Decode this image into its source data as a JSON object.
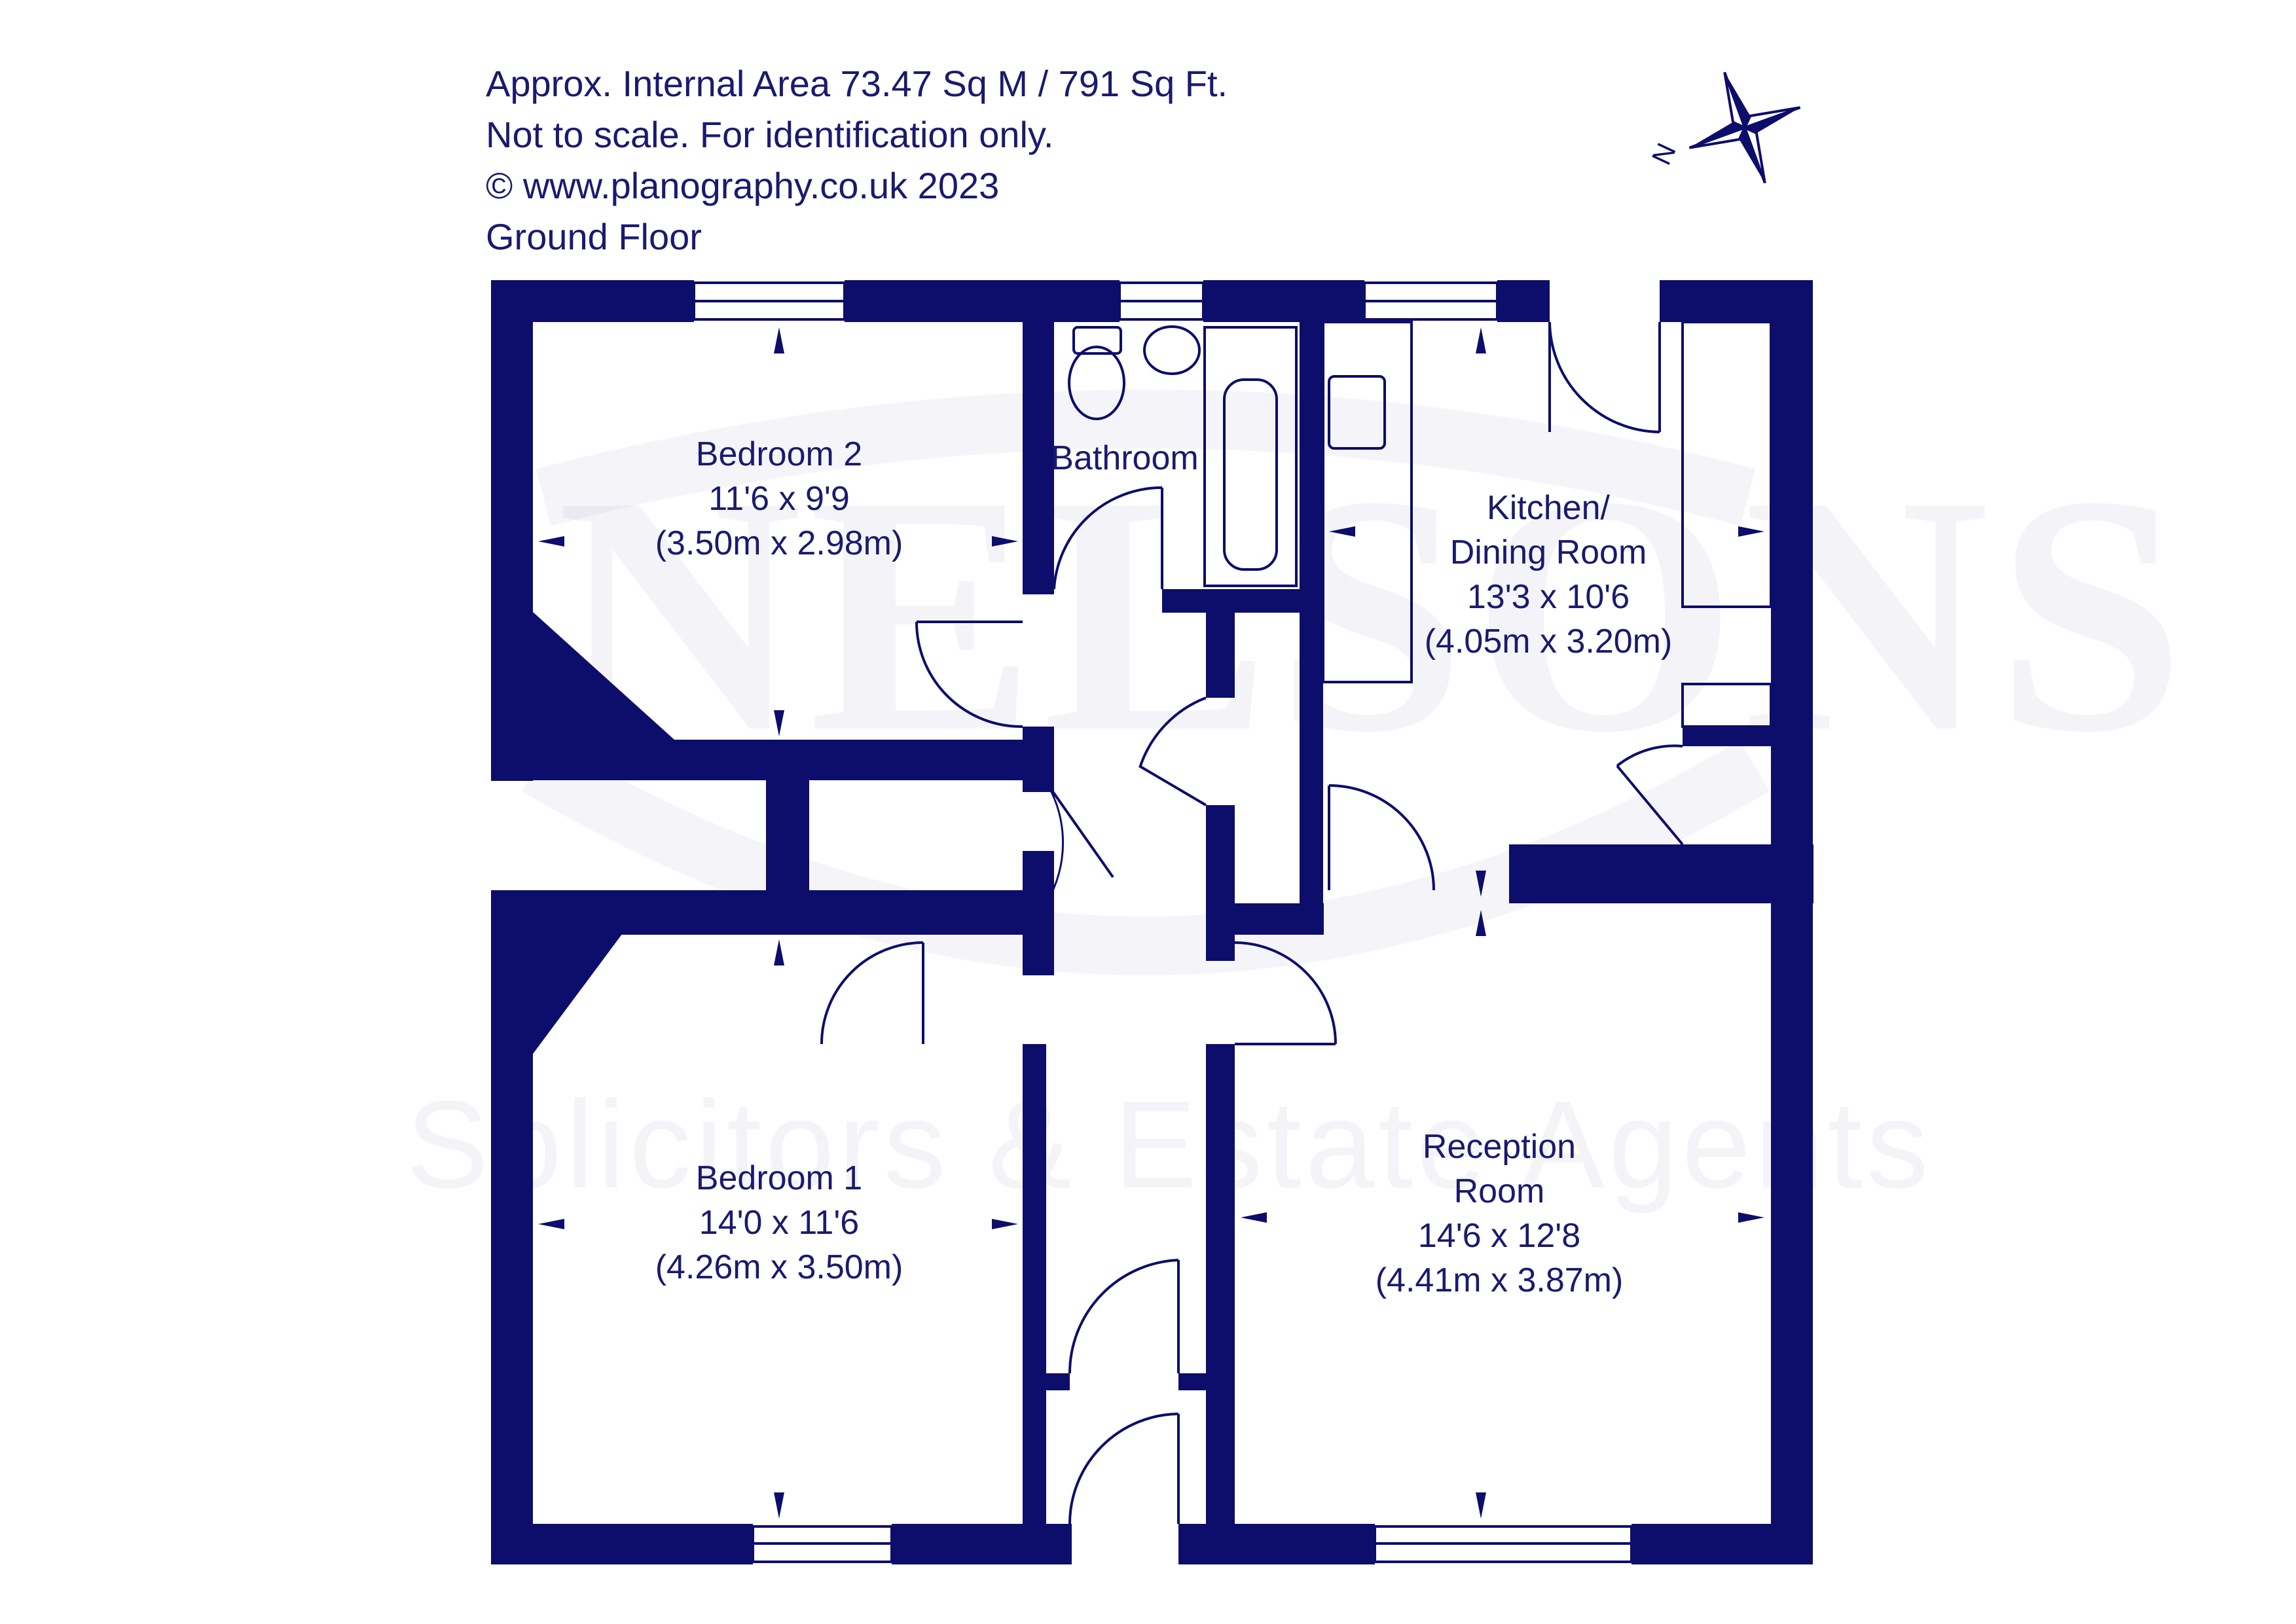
{
  "header": {
    "line1": "Approx. Internal Area 73.47 Sq M / 791 Sq Ft.",
    "line2": "Not to scale. For identification only.",
    "line3": "© www.planography.co.uk 2023",
    "line4": "Ground Floor"
  },
  "compass": {
    "north_label": "N",
    "icon": "compass-star-icon"
  },
  "watermark": {
    "brand": "NELSONS",
    "tagline": "Solicitors & Estate Agents"
  },
  "colors": {
    "wall": "#0d0d6b",
    "text": "#1a1a6e",
    "background": "#ffffff"
  },
  "rooms": {
    "bedroom2": {
      "name": "Bedroom 2",
      "imperial": "11'6 x 9'9",
      "metric": "(3.50m x 2.98m)"
    },
    "bathroom": {
      "name": "Bathroom"
    },
    "kitchen": {
      "name_line1": "Kitchen/",
      "name_line2": "Dining Room",
      "imperial": "13'3 x 10'6",
      "metric": "(4.05m x 3.20m)"
    },
    "bedroom1": {
      "name": "Bedroom 1",
      "imperial": "14'0 x 11'6",
      "metric": "(4.26m x 3.50m)"
    },
    "reception": {
      "name_line1": "Reception",
      "name_line2": "Room",
      "imperial": "14'6 x 12'8",
      "metric": "(4.41m x 3.87m)"
    }
  }
}
